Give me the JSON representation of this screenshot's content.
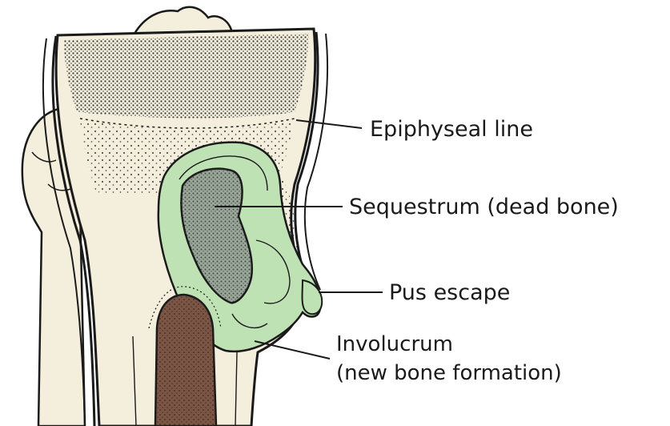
{
  "diagram": {
    "labels": {
      "epiphyseal_line": "Epiphyseal line",
      "sequestrum": "Sequestrum (dead bone)",
      "pus_escape": "Pus escape",
      "involucrum": "Involucrum",
      "involucrum_sub": "(new bone formation)"
    },
    "colors": {
      "outline": "#1a1a1a",
      "bone": "#f4efdc",
      "pus": "#bfe2b4",
      "sequestrum": "#9aa79a",
      "marrow": "#7b5646",
      "background": "#ffffff"
    }
  }
}
